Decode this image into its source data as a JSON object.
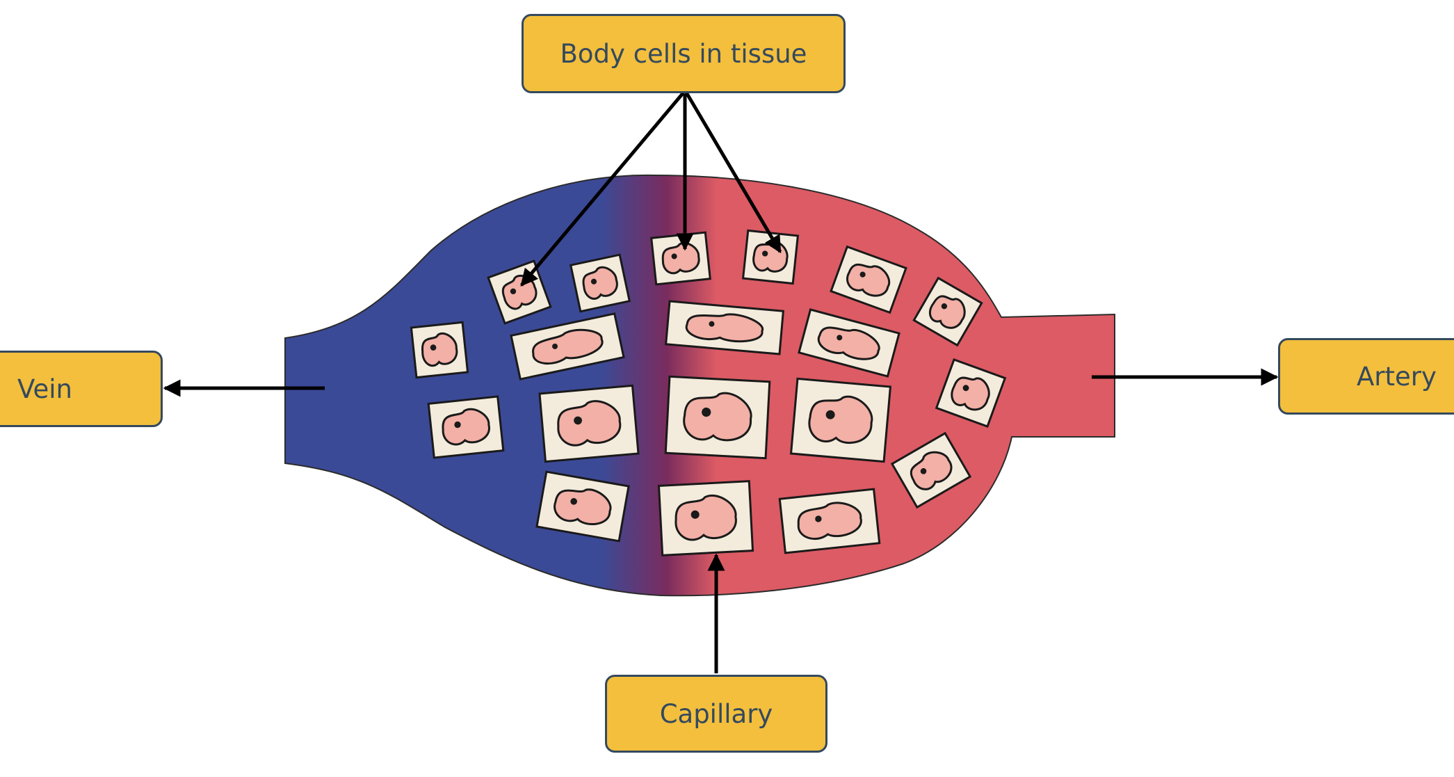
{
  "labels": {
    "body_cells": "Body cells in tissue",
    "vein": "Vein",
    "artery": "Artery",
    "capillary": "Capillary"
  },
  "colors": {
    "label_fill": "#f3bf3c",
    "label_border": "#34495e",
    "label_text": "#34495e",
    "vein_blue": "#3b4a97",
    "artery_red": "#dc5b64",
    "junction_purple": "#7a2c5e",
    "cell_bg": "#f3ecdc",
    "cell_nucleus_body": "#f2b0a6",
    "outline": "#1a1a1a"
  },
  "icons": {
    "arrows": "arrow-icon",
    "cells": "body-cell-icon"
  }
}
